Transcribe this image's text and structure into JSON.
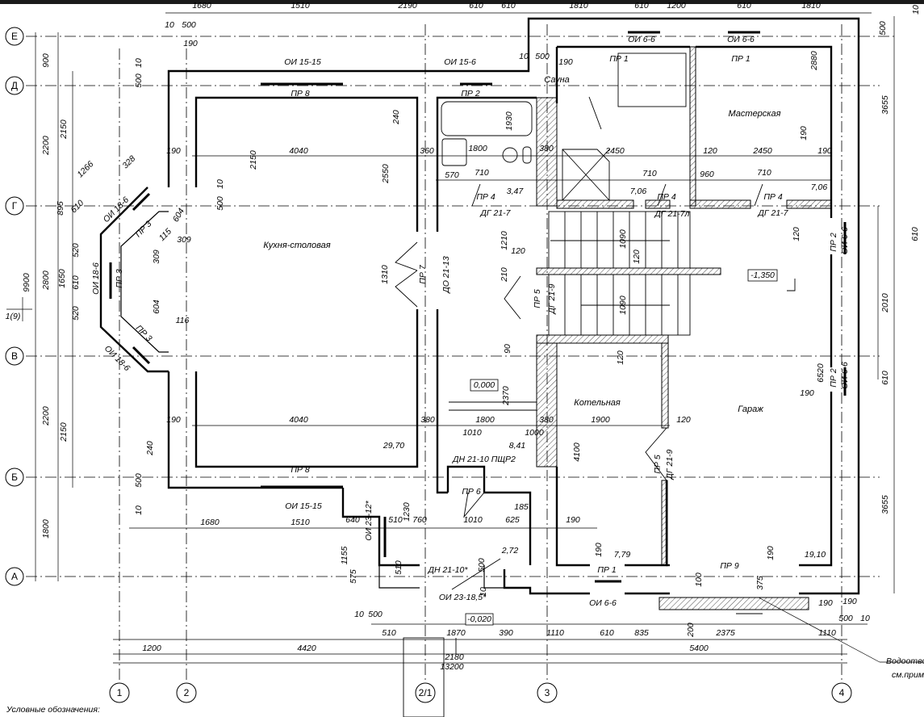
{
  "axes": {
    "rows": [
      "Е",
      "Д",
      "Г",
      "В",
      "Б",
      "А"
    ],
    "cols": [
      "1",
      "2",
      "2/1",
      "3",
      "4"
    ]
  },
  "section_mark": "1(9)",
  "rooms": {
    "kitchen": "Кухня-столовая",
    "sauna": "Сауна",
    "workshop": "Мастерская",
    "boiler": "Котельная",
    "garage": "Гараж"
  },
  "dims_top": [
    "1680",
    "1510",
    "2190",
    "610",
    "610",
    "1810",
    "610",
    "1200",
    "610",
    "1810",
    "10"
  ],
  "dims_left": [
    "900",
    "2200",
    "895",
    "2800",
    "2200",
    "1800",
    "9900",
    "2150",
    "520",
    "1650",
    "610",
    "520",
    "2150"
  ],
  "dims_right": [
    "500",
    "3655",
    "610",
    "2010",
    "610",
    "3655",
    "190"
  ],
  "dims_inner": [
    "10",
    "500",
    "190",
    "500",
    "10",
    "2150",
    "240",
    "2550",
    "1930",
    "190",
    "4040",
    "360",
    "1800",
    "380",
    "2450",
    "120",
    "2450",
    "190",
    "570",
    "710",
    "710",
    "960",
    "710",
    "10",
    "500",
    "190",
    "2880",
    "190",
    "10",
    "500",
    "1310",
    "1210",
    "120",
    "210",
    "1090",
    "1090",
    "120",
    "90",
    "120",
    "120",
    "6520",
    "190",
    "2370",
    "190",
    "4040",
    "380",
    "1800",
    "380",
    "1900",
    "120",
    "1010",
    "1000",
    "240",
    "500",
    "10",
    "4100",
    "1266",
    "328",
    "610",
    "115",
    "604",
    "309",
    "309",
    "604",
    "116"
  ],
  "dims_bottom": [
    "1680",
    "1510",
    "640",
    "510",
    "1230",
    "760",
    "1010",
    "625",
    "185",
    "190",
    "1155",
    "190",
    "190",
    "575",
    "510",
    "500",
    "100",
    "375",
    "10",
    "10",
    "500",
    "200",
    "190",
    "500",
    "10",
    "510",
    "1870",
    "390",
    "1110",
    "610",
    "835",
    "2375",
    "1110",
    "1200",
    "4420",
    "2180",
    "5400",
    "13200"
  ],
  "openings": [
    "ОИ 15-15",
    "ПР 8",
    "ОИ 15-6",
    "ПР 2",
    "ПР 1",
    "ПР 1",
    "ОИ 6-6",
    "ОИ 6-6",
    "ПР 4",
    "ПР 4",
    "ПР 4",
    "ДГ 21-7",
    "ДГ 21-7л",
    "ДГ 21-7",
    "ОИ 18-6",
    "ПР 3",
    "ОИ 18-6",
    "ПР 3",
    "ПР 3",
    "ОИ 18-6",
    "ПР 7",
    "ДО 21-13",
    "ПР 5",
    "ДГ 21-9",
    "ПР 2",
    "ОИ 6-6",
    "ПР 2",
    "ОИ 6-6",
    "ДН 21-10 ПЩР2",
    "ПР 8",
    "ОИ 15-15",
    "ПР 6",
    "ПР 5",
    "ДГ 21-9",
    "ОИ 23-12*",
    "ДН 21-10*",
    "ПР 1",
    "ПР 9",
    "ОИ 23-18,5*",
    "ОИ 6-6"
  ],
  "areas": [
    "3,47",
    "7,06",
    "7,06",
    "29,70",
    "8,41",
    "2,72",
    "7,79",
    "19,10"
  ],
  "levels": [
    "-1,350",
    "0,000",
    "-0,020"
  ],
  "notes": {
    "drain": "Водоотводящ...",
    "drain_ref": "см.прим.п",
    "legend_title": "Условные обозначения:"
  }
}
